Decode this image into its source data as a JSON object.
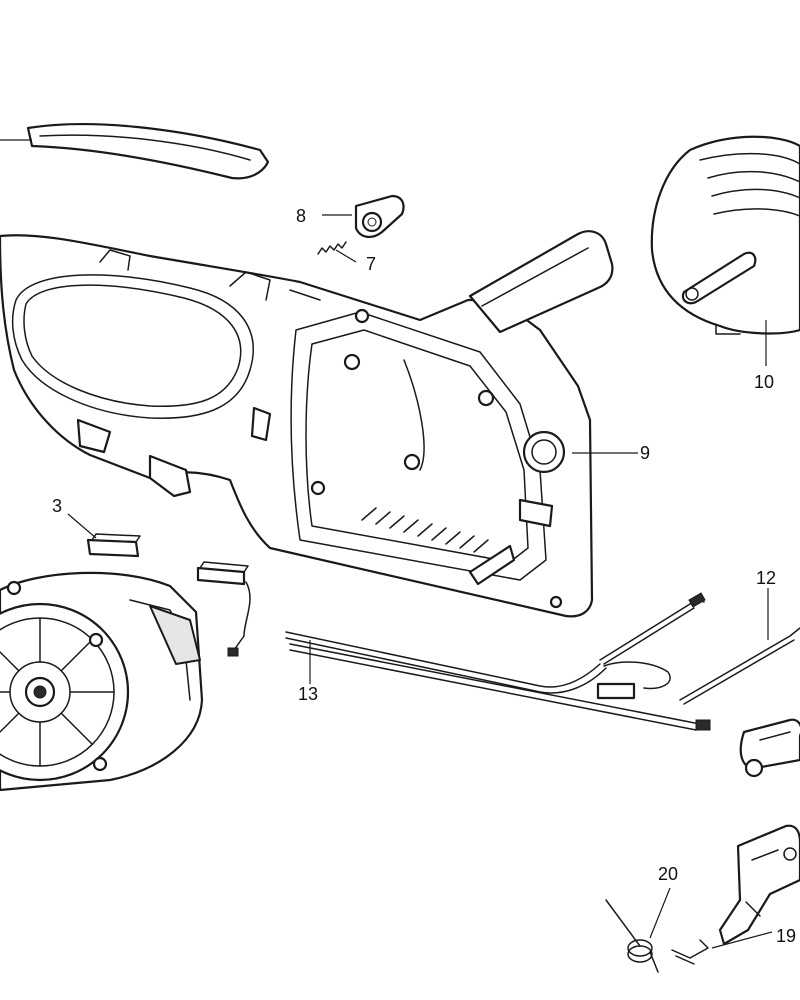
{
  "diagram": {
    "type": "exploded-parts-diagram",
    "line_color": "#1a1a1a",
    "background": "#ffffff"
  },
  "callouts": {
    "c3": "3",
    "c7": "7",
    "c8": "8",
    "c9": "9",
    "c10": "10",
    "c12": "12",
    "c13": "13",
    "c19": "19",
    "c20": "20"
  },
  "parts": {
    "p3": "carbon-brushes",
    "p7": "spring",
    "p8": "lock-button",
    "p9": "housing-half",
    "p10": "motor-cover",
    "p12": "cable",
    "p13": "wiring",
    "p19": "spring-clip",
    "p20": "torsion-spring",
    "motor": "motor",
    "handle-cover": "handle-cover",
    "switch": "switch",
    "bracket": "bracket"
  }
}
